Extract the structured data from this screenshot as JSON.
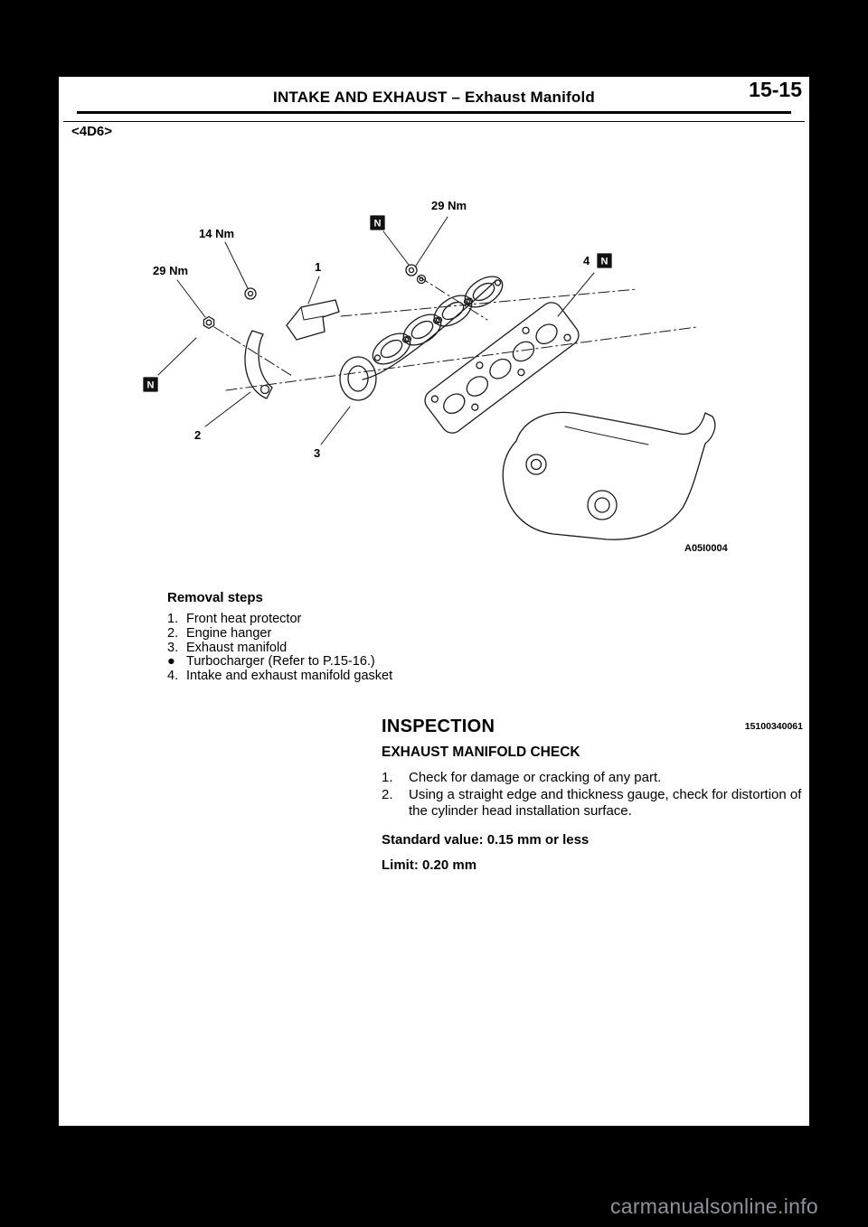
{
  "header": {
    "title": "INTAKE AND EXHAUST – Exhaust Manifold",
    "page_number": "15-15"
  },
  "model_code": "<4D6>",
  "figure": {
    "code": "A05I0004",
    "torque_top": "29 Nm",
    "torque_mid": "14 Nm",
    "torque_left": "29 Nm",
    "n_badge": "N",
    "part1": "1",
    "part2": "2",
    "part3": "3",
    "part4": "4"
  },
  "removal": {
    "heading": "Removal steps",
    "items": [
      {
        "marker": "1.",
        "text": "Front heat protector"
      },
      {
        "marker": "2.",
        "text": "Engine hanger"
      },
      {
        "marker": "3.",
        "text": "Exhaust manifold"
      },
      {
        "marker": "●",
        "text": "Turbocharger (Refer to P.15-16.)"
      },
      {
        "marker": "4.",
        "text": "Intake and exhaust manifold gasket"
      }
    ]
  },
  "inspection": {
    "heading": "INSPECTION",
    "ref_code": "15100340061",
    "subheading": "EXHAUST MANIFOLD CHECK",
    "steps": [
      {
        "marker": "1.",
        "text": "Check for damage or cracking of any part."
      },
      {
        "marker": "2.",
        "text": "Using a straight edge and thickness gauge, check for distortion of the cylinder head installation surface."
      }
    ],
    "standard_value": "Standard value: 0.15 mm or less",
    "limit": "Limit: 0.20 mm"
  },
  "watermark": "carmanualsonline.info"
}
